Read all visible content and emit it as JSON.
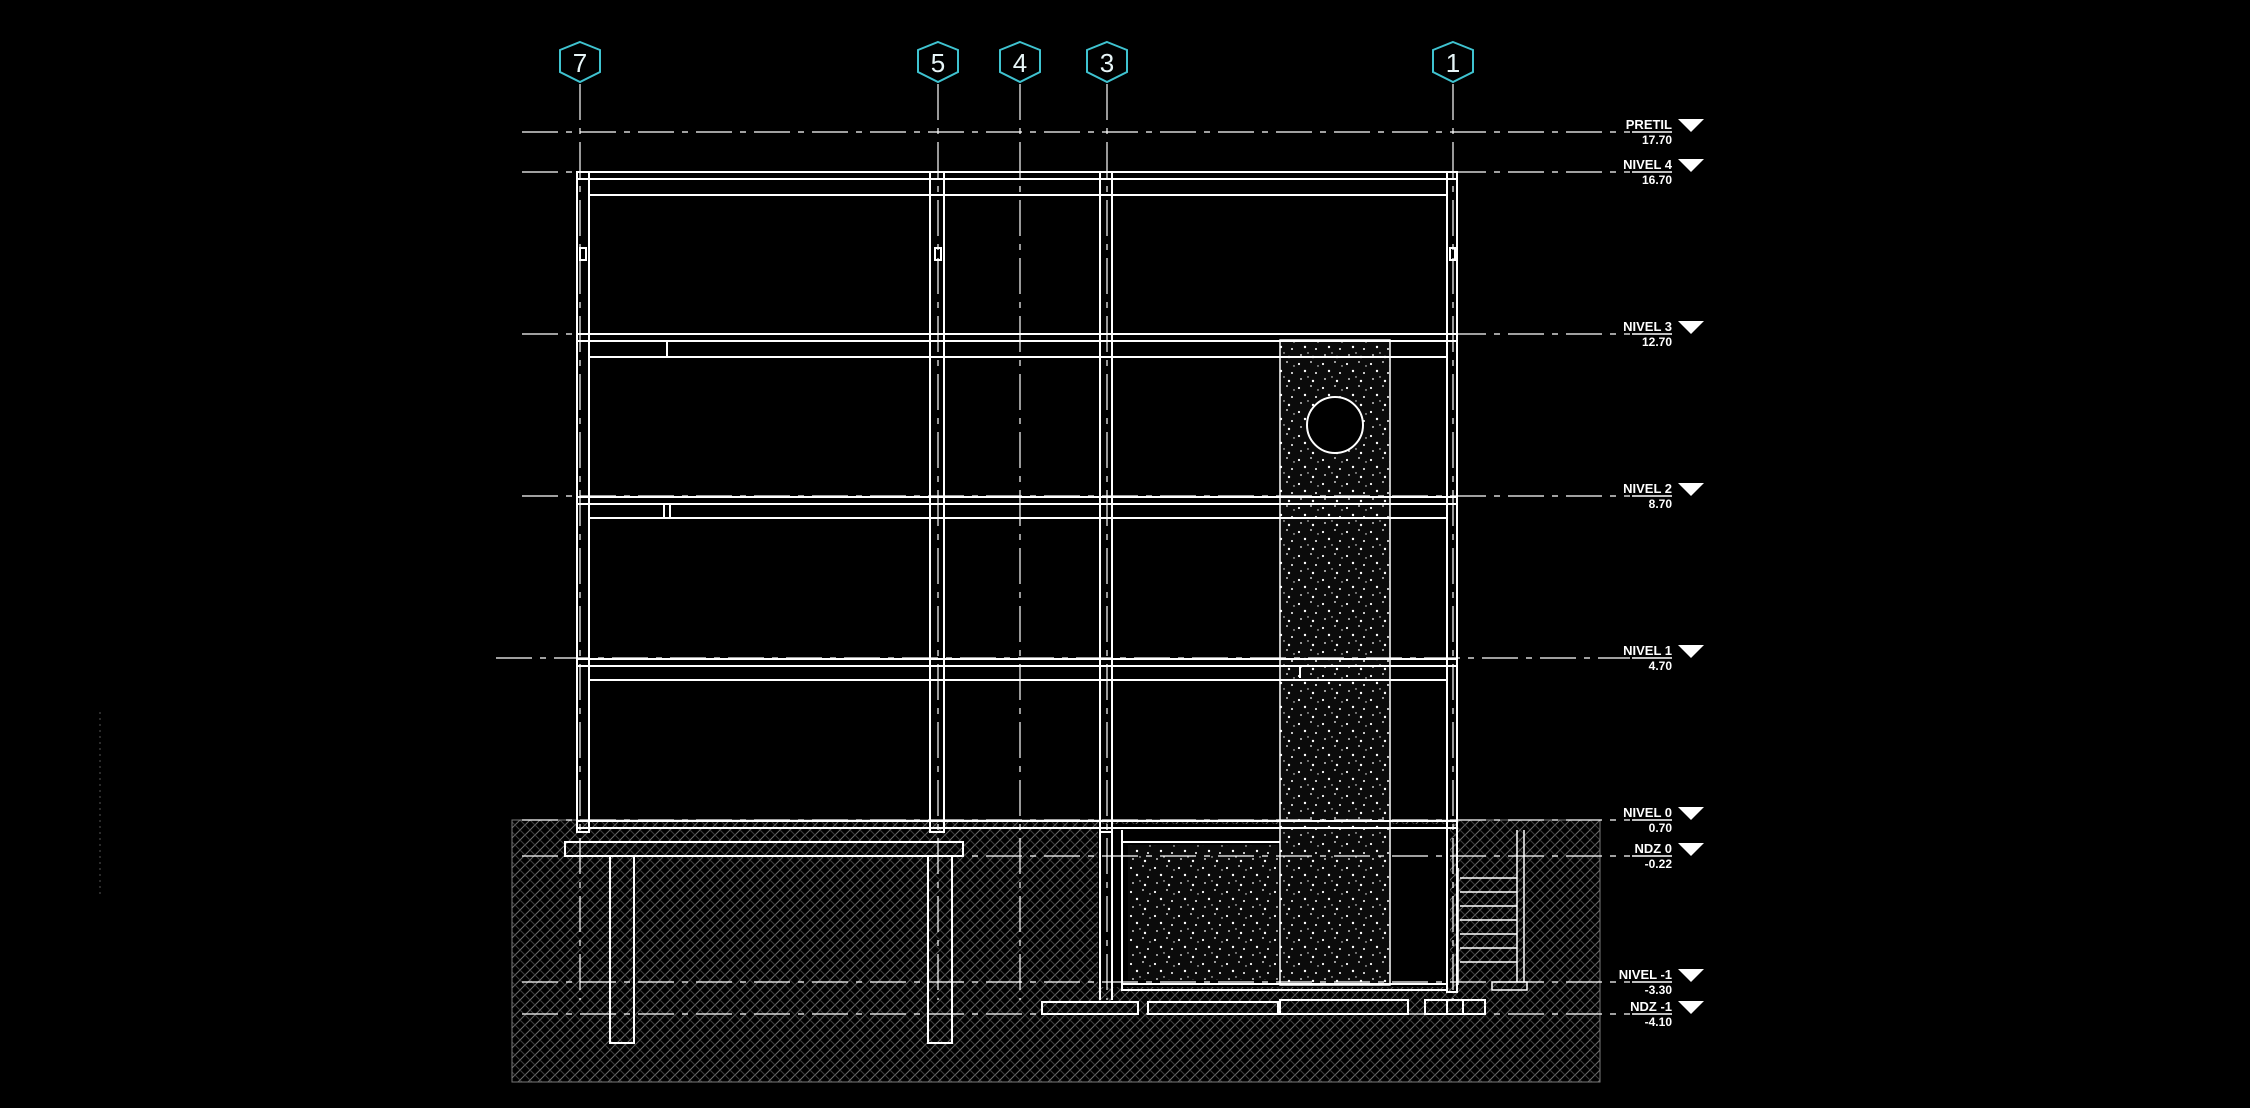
{
  "axes": [
    {
      "label": "7"
    },
    {
      "label": "5"
    },
    {
      "label": "4"
    },
    {
      "label": "3"
    },
    {
      "label": "1"
    }
  ],
  "levels": [
    {
      "name": "PRETIL",
      "value": "17.70"
    },
    {
      "name": "NIVEL 4",
      "value": "16.70"
    },
    {
      "name": "NIVEL 3",
      "value": "12.70"
    },
    {
      "name": "NIVEL 2",
      "value": "8.70"
    },
    {
      "name": "NIVEL 1",
      "value": "4.70"
    },
    {
      "name": "NIVEL 0",
      "value": "0.70"
    },
    {
      "name": "NDZ 0",
      "value": "-0.22"
    },
    {
      "name": "NIVEL -1",
      "value": "-3.30"
    },
    {
      "name": "NDZ -1",
      "value": "-4.10"
    }
  ],
  "colors": {
    "background": "#000000",
    "lines": "#ffffff",
    "axis_marker": "#3fc3d0",
    "ground_hatch": "#5a5a5a"
  }
}
